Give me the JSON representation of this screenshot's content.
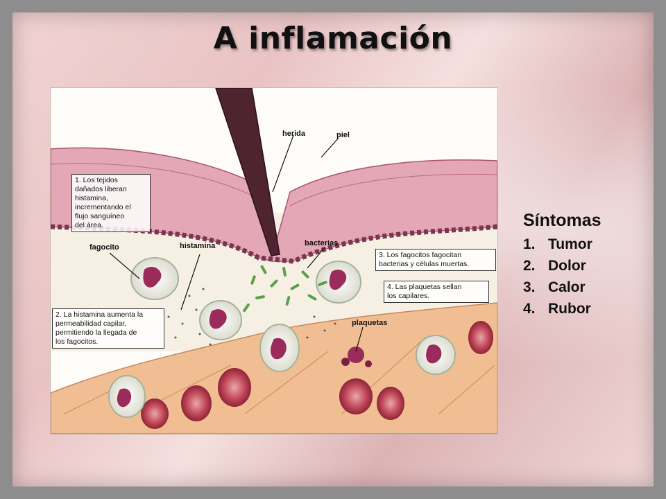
{
  "title": "A inflamación",
  "diagram": {
    "labels": {
      "herida": "herida",
      "piel": "piel",
      "fagocito": "fagocito",
      "histamina": "histamina",
      "bacterias": "bacterias",
      "plaquetas": "plaquetas"
    },
    "notes": [
      "1. Los tejidos\ndañados liberan\nhistamina,\nincrementando el\nflujo sanguíneo\ndel área.",
      "2. La histamina aumenta la\npermeabilidad capilar,\npermitiendo la llegada de\nlos fagocitos.",
      "3. Los fagocitos fagocitan\nbacterias y  células muertas.",
      "4. Las plaquetas sellan\nlos capilares."
    ]
  },
  "symptoms": {
    "title": "Síntomas",
    "items": [
      {
        "num": "1.",
        "label": "Tumor"
      },
      {
        "num": "2.",
        "label": "Dolor"
      },
      {
        "num": "3.",
        "label": "Calor"
      },
      {
        "num": "4.",
        "label": "Rubor"
      }
    ]
  },
  "colors": {
    "skin": "#d98fa3",
    "tissue": "#f3c69c",
    "cell_nucleus": "#9a2b5a",
    "bacteria": "#5aa04a",
    "background_diagram": "#fdfcf8"
  }
}
